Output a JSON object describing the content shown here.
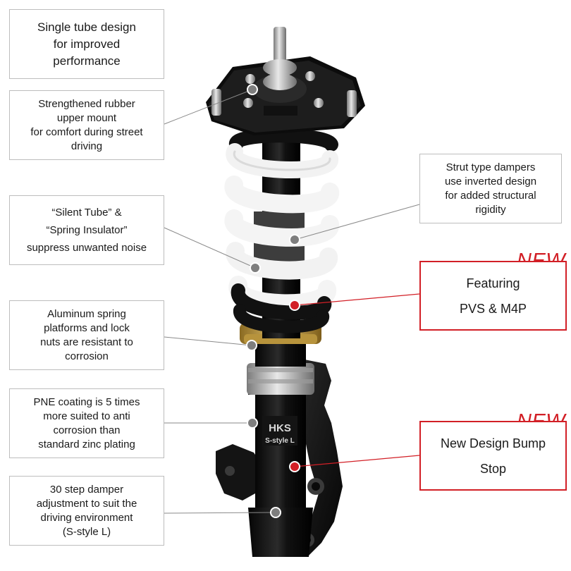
{
  "callouts": {
    "single_tube": [
      "Single tube design",
      "for improved",
      "performance"
    ],
    "rubber_mount": [
      "Strengthened rubber",
      "upper mount",
      "for comfort during street",
      "driving"
    ],
    "silent_tube": [
      "“Silent Tube” &",
      "“Spring Insulator”",
      "suppress unwanted noise"
    ],
    "aluminum": [
      "Aluminum spring",
      "platforms and lock",
      "nuts are resistant to",
      "corrosion"
    ],
    "pne": [
      "PNE coating is 5 times",
      "more suited to anti",
      "corrosion than",
      "standard zinc plating"
    ],
    "damper_adjust": [
      "30 step damper",
      "adjustment to suit the",
      "driving environment",
      "(S-style L)"
    ],
    "strut": [
      "Strut type dampers",
      "use inverted design",
      "for added structural",
      "rigidity"
    ],
    "pvs": [
      "Featuring",
      "PVS & M4P"
    ],
    "bump_stop": [
      "New Design Bump",
      "Stop"
    ]
  },
  "badges": {
    "new_1": "NEW",
    "new_2": "NEW"
  },
  "product_markings": {
    "brand": "HKS",
    "model": "S-style L"
  },
  "colors": {
    "accent_red": "#d21f26",
    "box_border": "#bdbdbd",
    "leader_line": "#8a8a8a"
  }
}
